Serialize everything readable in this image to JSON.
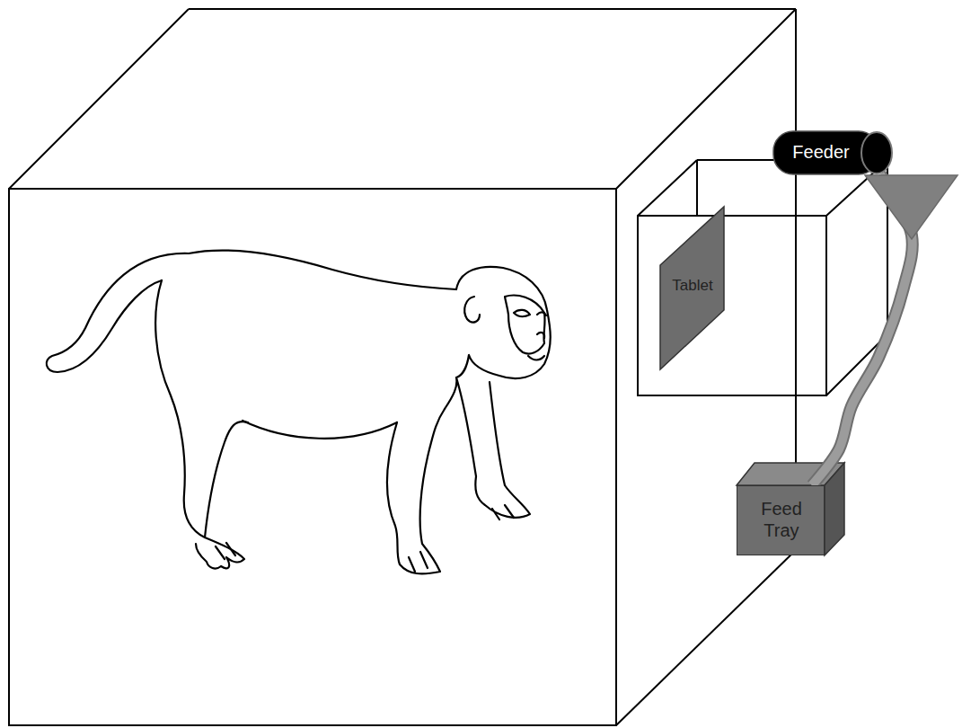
{
  "diagram": {
    "nodes": [
      {
        "text": [
          "Feeder"
        ]
      },
      {
        "text": [
          "Tablet"
        ]
      },
      {
        "text": [
          "Feed Tray"
        ]
      }
    ],
    "edges": [
      {
        "from": 0,
        "to": 2,
        "arrow": "none"
      }
    ]
  }
}
